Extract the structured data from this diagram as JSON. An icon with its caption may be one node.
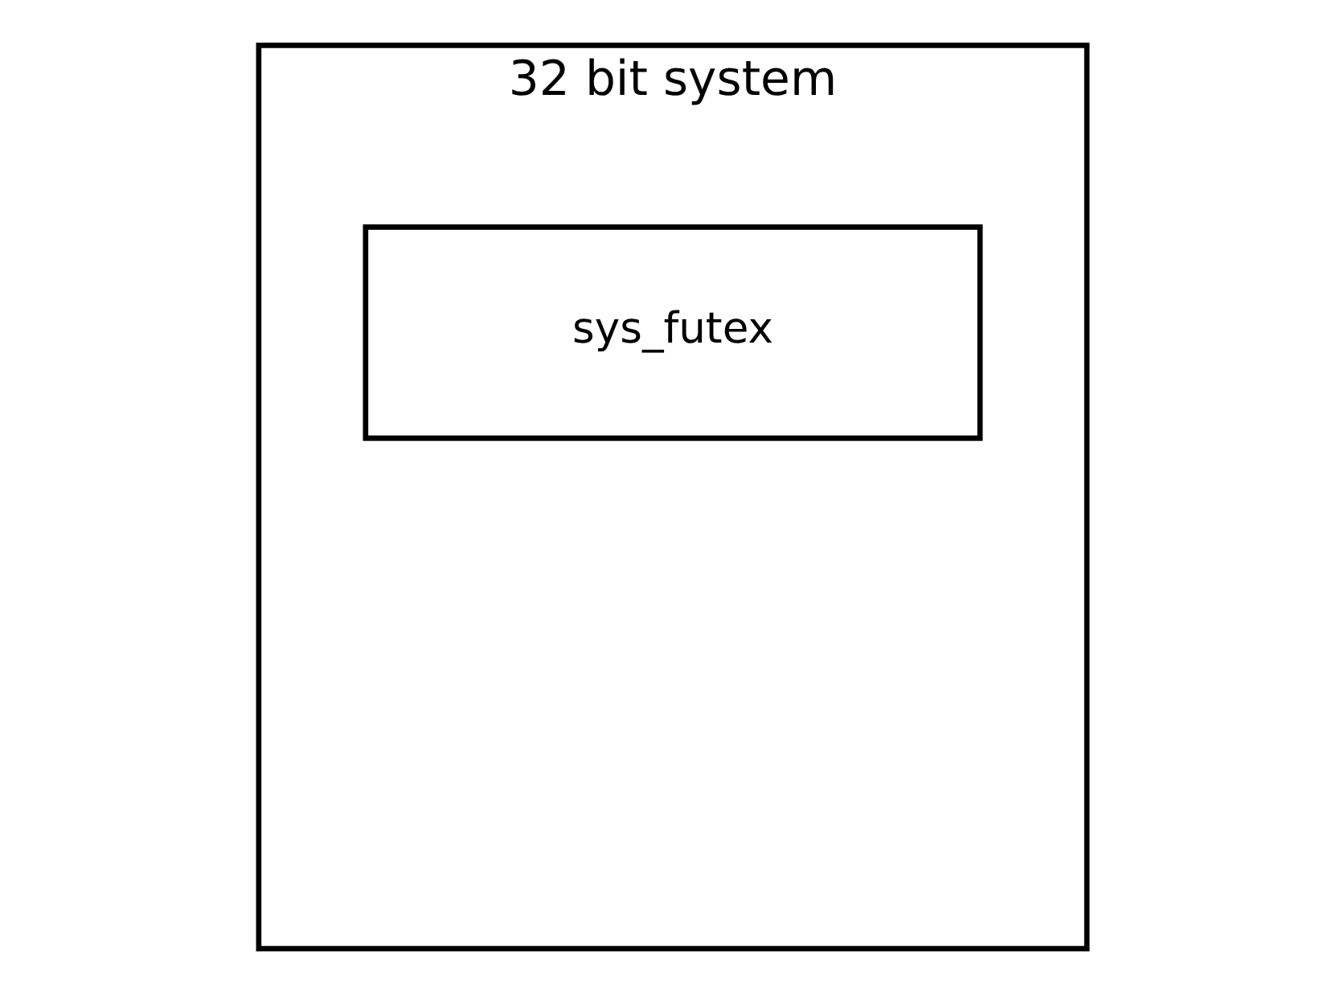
{
  "diagram": {
    "nodes": [
      {
        "text": [
          "32 bit system"
        ]
      },
      {
        "text": [
          "sys_futex"
        ],
        "in": 0
      }
    ]
  }
}
